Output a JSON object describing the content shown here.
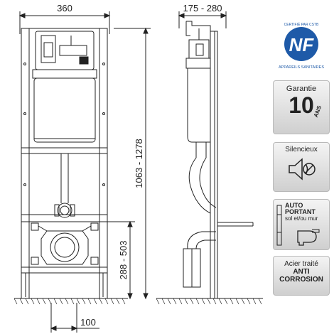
{
  "dimensions": {
    "frame_width": "360",
    "depth_range": "175 - 280",
    "height_range": "1063 - 1278",
    "outlet_height_range": "288 - 503",
    "outlet_offset": "100"
  },
  "certification": {
    "top_text": "CERTIFIÉ PAR CSTB",
    "logo_text": "NF",
    "bottom_text": "APPAREILS SANITAIRES",
    "colors": {
      "blue": "#1e5aa8",
      "white": "#ffffff"
    }
  },
  "badges": {
    "garantie": {
      "label": "Garantie",
      "number": "10",
      "unit": "ANS"
    },
    "silencieux": {
      "label": "Silencieux",
      "icon": "muted-speaker-icon"
    },
    "auto_portant": {
      "line1": "AUTO",
      "line2": "PORTANT",
      "line3": "sol et/ou mur",
      "icon": "wall-toilet-icon"
    },
    "acier": {
      "line1": "Acier traité",
      "line2": "ANTI",
      "line3": "CORROSION"
    }
  },
  "colors": {
    "line": "#222222",
    "badge_bg": "#dcdcdc"
  }
}
